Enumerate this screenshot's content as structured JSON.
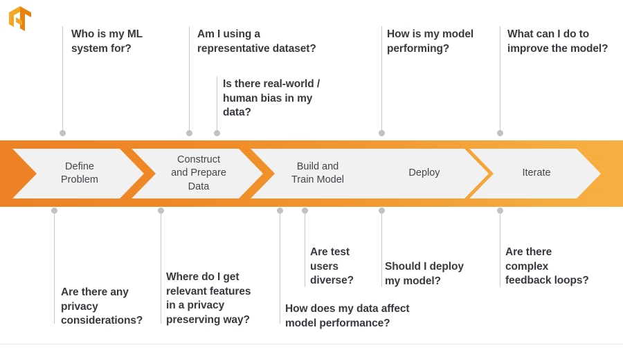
{
  "logo": {
    "name": "tensorflow-logo",
    "color": "#F5A623"
  },
  "banner": {
    "background_left": "#ED7F22",
    "background_right": "#F6AE3F",
    "chevron_fill": "#F1F1F1",
    "stages": [
      {
        "id": "define-problem",
        "label": "Define\nProblem"
      },
      {
        "id": "construct-prepare-data",
        "label": "Construct\nand Prepare\nData"
      },
      {
        "id": "build-train-model",
        "label": "Build and\nTrain Model"
      },
      {
        "id": "deploy",
        "label": "Deploy"
      },
      {
        "id": "iterate",
        "label": "Iterate"
      }
    ]
  },
  "notes_above": [
    {
      "id": "who-is-my-ml-system-for",
      "text": "Who is my ML\nsystem for?"
    },
    {
      "id": "am-i-using-a-representative-dataset",
      "text": "Am I using a\nrepresentative dataset?"
    },
    {
      "id": "is-there-real-world-human-bias",
      "text": "Is there real-world /\nhuman bias in my\ndata?"
    },
    {
      "id": "how-is-my-model-performing",
      "text": "How is my model\nperforming?"
    },
    {
      "id": "what-can-i-do-to-improve-the-model",
      "text": "What can I do to\nimprove the model?"
    }
  ],
  "notes_below": [
    {
      "id": "are-there-any-privacy-considerations",
      "text": "Are there any\nprivacy\nconsiderations?"
    },
    {
      "id": "where-do-i-get-relevant-features",
      "text": "Where do I get\nrelevant features\nin a privacy\npreserving way?"
    },
    {
      "id": "how-does-my-data-affect-model-performance",
      "text": "How does my data affect\nmodel performance?"
    },
    {
      "id": "are-test-users-diverse",
      "text": "Are test\nusers\ndiverse?"
    },
    {
      "id": "should-i-deploy-my-model",
      "text": "Should I deploy\nmy model?"
    },
    {
      "id": "are-there-complex-feedback-loops",
      "text": "Are there\ncomplex\nfeedback loops?"
    }
  ],
  "colors": {
    "text": "#36393D",
    "connector": "#C6C8CA",
    "dot": "#BFC1C3"
  }
}
